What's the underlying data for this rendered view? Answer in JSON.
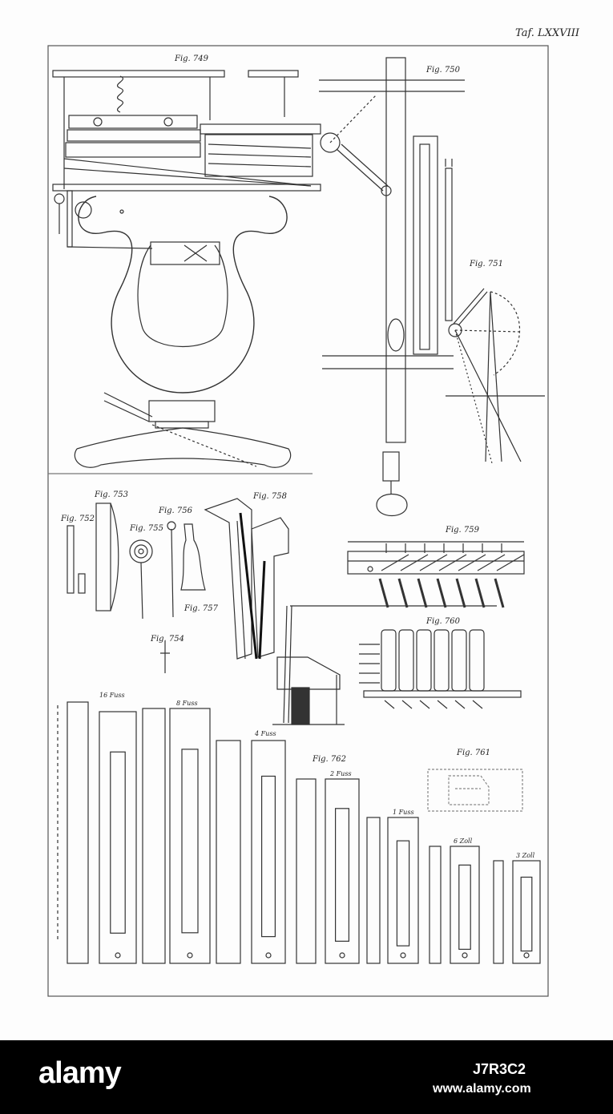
{
  "plate": {
    "plate_number": "Taf. LXXVIII",
    "figure_labels": [
      "Fig. 749",
      "Fig. 750",
      "Fig. 751",
      "Fig. 752",
      "Fig. 753",
      "Fig. 754",
      "Fig. 755",
      "Fig. 756",
      "Fig. 757",
      "Fig. 758",
      "Fig. 759",
      "Fig. 760",
      "Fig. 761",
      "Fig. 762"
    ],
    "pipe_size_labels": [
      "16 Fuss",
      "8 Fuss",
      "4 Fuss",
      "2 Fuss",
      "1 Fuss",
      "6 Zoll",
      "3 Zoll"
    ]
  },
  "watermark": {
    "brand": "alamy",
    "image_id": "J7R3C2",
    "url": "www.alamy.com"
  }
}
